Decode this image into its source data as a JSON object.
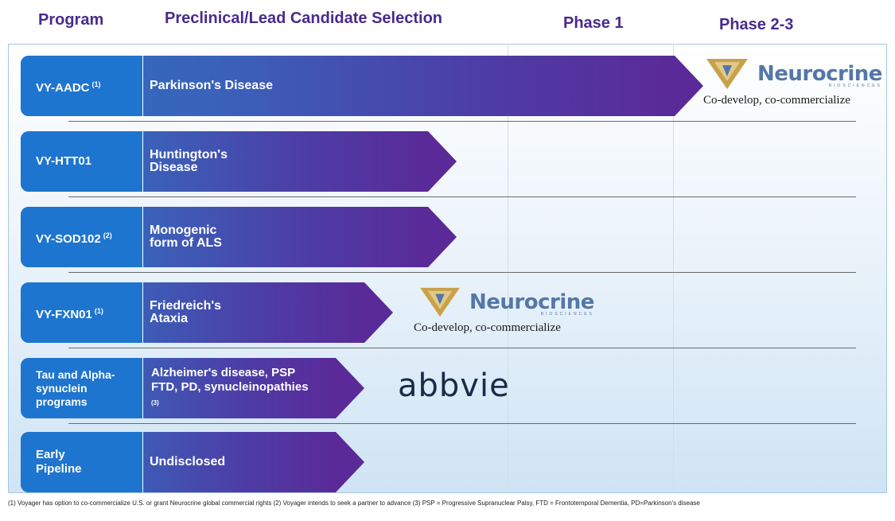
{
  "header": {
    "program": "Program",
    "preclinical": "Preclinical/Lead Candidate Selection",
    "phase1": "Phase 1",
    "phase23": "Phase 2-3"
  },
  "chart_data": {
    "type": "pipeline",
    "stages": [
      "Preclinical/Lead Candidate Selection",
      "Phase 1",
      "Phase 2-3"
    ],
    "programs": [
      {
        "name": "VY-AADC",
        "footnote": "(1)",
        "indication": "Parkinson's Disease",
        "stage_progress": 2.2,
        "partner": "Neurocrine Biosciences",
        "partner_note": "Co-develop, co-commercialize"
      },
      {
        "name": "VY-HTT01",
        "footnote": "",
        "indication": "Huntington's Disease",
        "stage_progress": 0.95,
        "partner": "",
        "partner_note": ""
      },
      {
        "name": "VY-SOD102",
        "footnote": "(2)",
        "indication": "Monogenic form of ALS",
        "stage_progress": 0.95,
        "partner": "",
        "partner_note": ""
      },
      {
        "name": "VY-FXN01",
        "footnote": "(1)",
        "indication": "Friedreich's Ataxia",
        "stage_progress": 0.7,
        "partner": "Neurocrine Biosciences",
        "partner_note": "Co-develop, co-commercialize"
      },
      {
        "name": "Tau and Alpha-synuclein programs",
        "footnote": "",
        "indication": "Alzheimer's disease, PSP FTD, PD, synucleinopathies",
        "indication_ref": "(3)",
        "stage_progress": 0.6,
        "partner": "abbvie",
        "partner_note": ""
      },
      {
        "name": "Early Pipeline",
        "footnote": "",
        "indication": "Undisclosed",
        "stage_progress": 0.6,
        "partner": "",
        "partner_note": ""
      }
    ]
  },
  "rows": [
    {
      "prog1": "VY-AADC",
      "sup": "(1)",
      "ind1": "Parkinson's Disease",
      "ind2": ""
    },
    {
      "prog1": "VY-HTT01",
      "sup": "",
      "ind1": "Huntington's",
      "ind2": "Disease"
    },
    {
      "prog1": "VY-SOD102",
      "sup": "(2)",
      "ind1": "Monogenic",
      "ind2": "form of ALS"
    },
    {
      "prog1": "VY-FXN01",
      "sup": "(1)",
      "ind1": "Friedreich's",
      "ind2": "Ataxia"
    },
    {
      "prog1": "Tau and Alpha-",
      "prog2": "synuclein",
      "prog3": "programs",
      "ind1": "Alzheimer's disease, PSP",
      "ind2": "FTD, PD, synucleinopathies",
      "ref": "(3)"
    },
    {
      "prog1": "Early",
      "prog2": "Pipeline",
      "ind1": "Undisclosed"
    }
  ],
  "partners": {
    "neurocrine_word": "Neurocrine",
    "neurocrine_sub": "BIOSCIENCES",
    "neurocrine_tag": "Co-develop, co-commercialize",
    "abbvie": "abbvie"
  },
  "colors": {
    "header": "#4a2a8c",
    "program_box": "#1e75cf",
    "bar_start": "#2d6fc2",
    "bar_end": "#5a2a98",
    "neurocrine_gold": "#c8a24a",
    "neurocrine_blue": "#5577a8"
  },
  "footnote": "(1) Voyager has option to co-commercialize U.S. or grant Neurocrine global commercial rights (2) Voyager intends to seek a partner to advance (3) PSP = Progressive Supranuclear Palsy, FTD = Frontotemporal Dementia, PD=Parkinson's disease"
}
